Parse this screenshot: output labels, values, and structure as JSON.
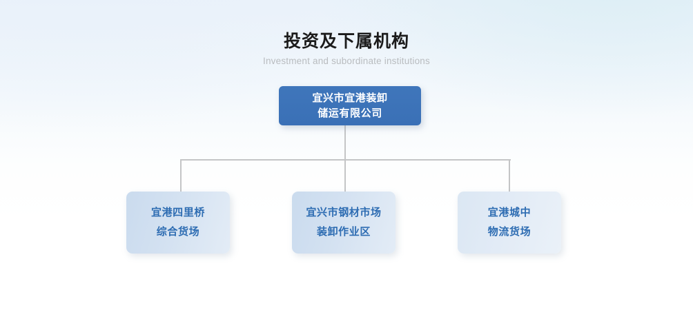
{
  "header": {
    "title": "投资及下属机构",
    "subtitle": "Investment and subordinate institutions"
  },
  "org_chart": {
    "root": {
      "lines": [
        "宜兴市宜港装卸",
        "储运有限公司"
      ],
      "full_name": "宜兴市宜港装卸储运有限公司"
    },
    "children": [
      {
        "lines": [
          "宜港四里桥",
          "综合货场"
        ],
        "full_name": "宜港四里桥综合货场"
      },
      {
        "lines": [
          "宜兴市钢材市场",
          "装卸作业区"
        ],
        "full_name": "宜兴市钢材市场装卸作业区"
      },
      {
        "lines": [
          "宜港城中",
          "物流货场"
        ],
        "full_name": "宜港城中物流货场"
      }
    ]
  },
  "colors": {
    "root_node_background": "#3b72b8",
    "root_node_text": "#ffffff",
    "child_node_background": "#cadbee",
    "child_node_text": "#2d6cb2",
    "connector_line": "#c4c5c6",
    "title_text": "#1b1b1b",
    "subtitle_text": "#b9bcbf",
    "page_background_top": "#eaf2fa",
    "page_background_bottom": "#ffffff"
  }
}
